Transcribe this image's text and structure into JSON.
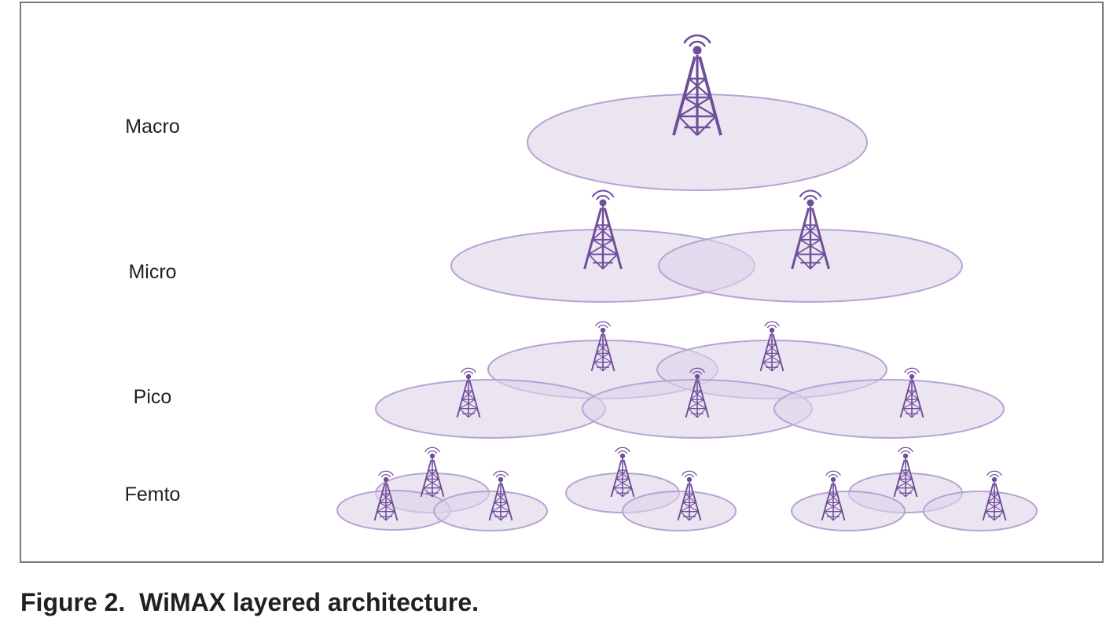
{
  "diagram": {
    "tiers": [
      {
        "id": "macro",
        "label": "Macro"
      },
      {
        "id": "micro",
        "label": "Micro"
      },
      {
        "id": "pico",
        "label": "Pico"
      },
      {
        "id": "femto",
        "label": "Femto"
      }
    ],
    "caption": "Figure 2.  WiMAX layered architecture.",
    "colors": {
      "cell_fill": "#ddd4ea",
      "cell_stroke": "#b7a3d4",
      "tower": "#6f4e9a",
      "frame": "#7a7a7a",
      "text": "#231f20"
    },
    "icons": {
      "tower": "cell-tower-icon",
      "coverage": "coverage-cell"
    }
  }
}
